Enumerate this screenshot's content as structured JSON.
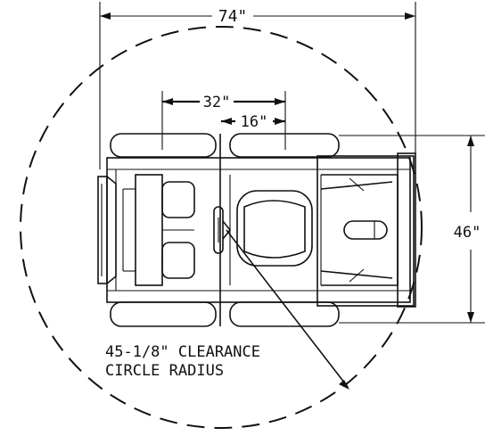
{
  "dimensions": {
    "overall_width": "74\"",
    "wheel_center": "32\"",
    "half_track": "16\"",
    "track_width": "46\""
  },
  "clearance_note": {
    "line1": "45-1/8\" CLEARANCE",
    "line2": "CIRCLE RADIUS"
  }
}
